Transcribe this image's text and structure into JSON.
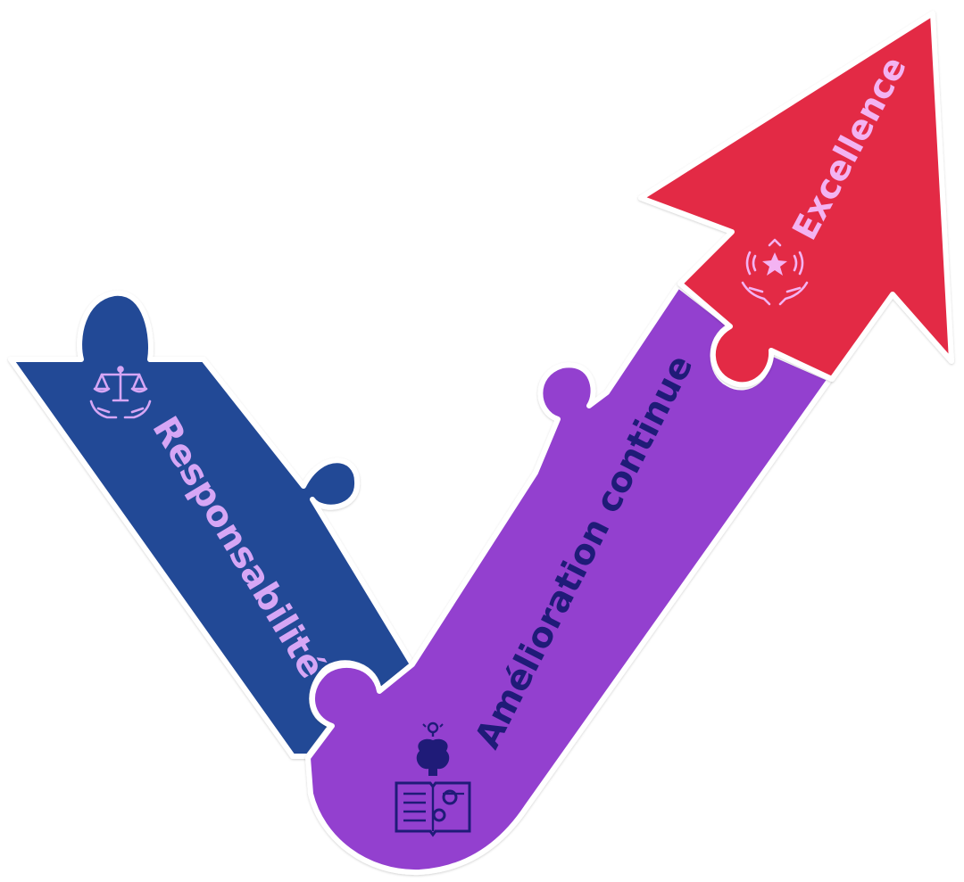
{
  "diagram": {
    "pieces": [
      {
        "id": "responsabilite",
        "label": "Responsabilité",
        "color": "#234896",
        "text_color": "#d6a6f5",
        "icon": "balance-scale-hands-icon"
      },
      {
        "id": "amelioration",
        "label": "Amélioration continue",
        "color": "#9341cf",
        "text_color": "#1f1b78",
        "icon": "brain-book-gears-icon"
      },
      {
        "id": "excellence",
        "label": "Excellence",
        "color": "#e32a44",
        "text_color": "#f3b3f2",
        "icon": "star-hands-icon"
      }
    ],
    "background": "#ffffff"
  }
}
